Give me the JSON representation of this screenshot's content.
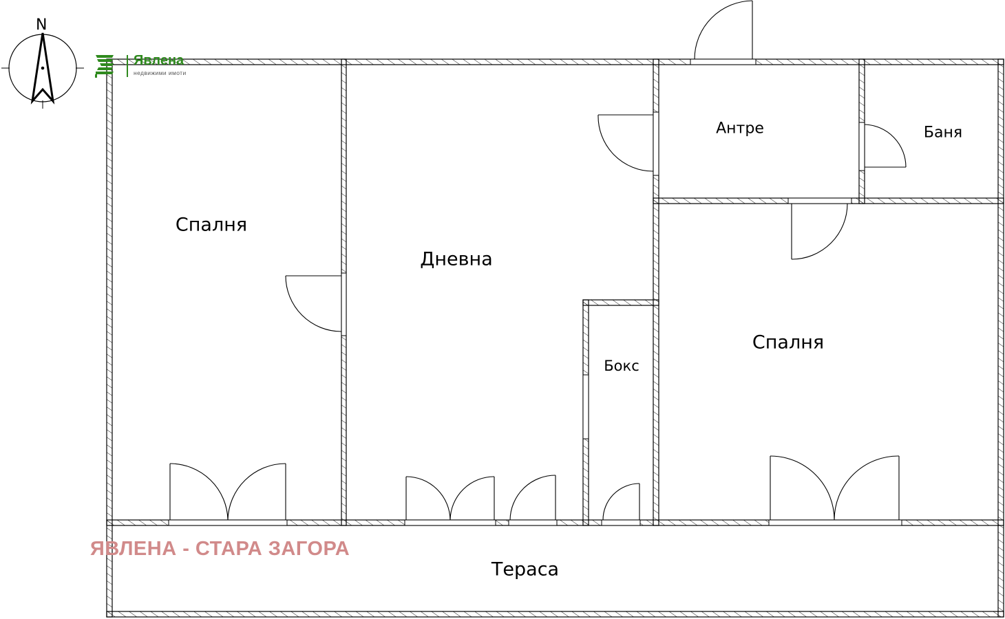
{
  "plan": {
    "compass": {
      "north_label": "N"
    },
    "logo": {
      "name": "Явлена",
      "subtitle": "недвижими имоти",
      "brand_color": "#2f8a1e"
    },
    "watermark": {
      "text": "ЯВЛЕНА - СТАРА ЗАГОРА",
      "color": "#d18a8a"
    },
    "rooms": [
      {
        "id": "bedroom-left",
        "label": "Спалня"
      },
      {
        "id": "living-room",
        "label": "Дневна"
      },
      {
        "id": "entrance-hall",
        "label": "Антре"
      },
      {
        "id": "bathroom",
        "label": "Баня"
      },
      {
        "id": "storage-box",
        "label": "Бокс"
      },
      {
        "id": "bedroom-right",
        "label": "Спалня"
      },
      {
        "id": "terrace",
        "label": "Тераса"
      }
    ]
  }
}
